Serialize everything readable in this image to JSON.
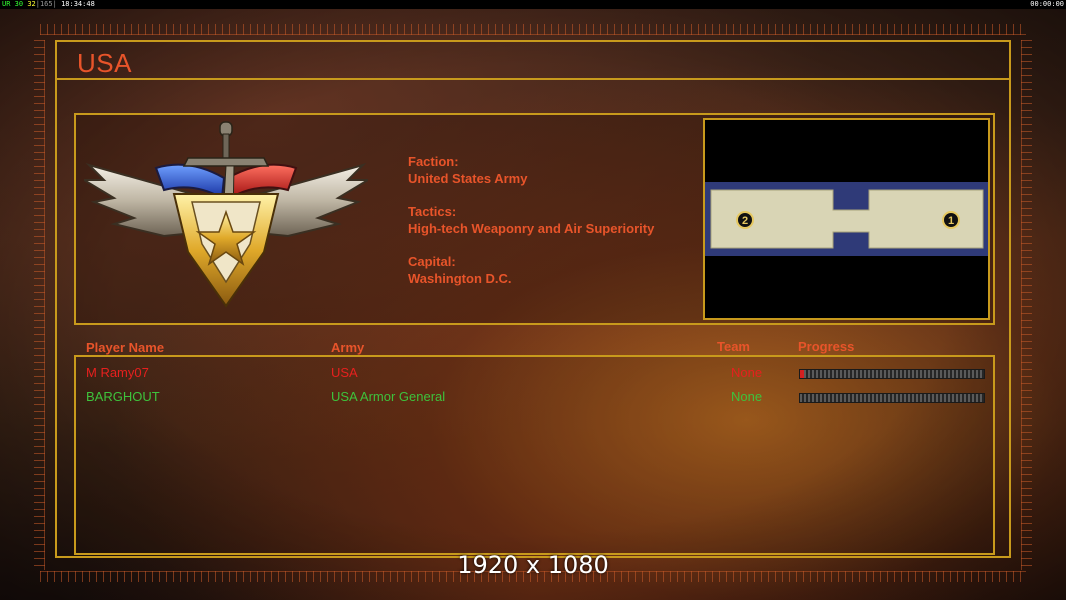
{
  "overlay": {
    "fps_label": "UR",
    "fps_a": "30",
    "fps_b": "32",
    "fps_c": "165",
    "clock": "18:34:48",
    "timer": "00:00:00"
  },
  "screen": {
    "title": "USA",
    "resolution_caption": "1920 x 1080"
  },
  "faction_info": {
    "faction_label": "Faction:",
    "faction_value": "United States Army",
    "tactics_label": "Tactics:",
    "tactics_value": "High-tech Weaponry and Air Superiority",
    "capital_label": "Capital:",
    "capital_value": "Washington D.C."
  },
  "minimap": {
    "start_positions": [
      "2",
      "1"
    ]
  },
  "players_table": {
    "headers": {
      "name": "Player Name",
      "army": "Army",
      "team": "Team",
      "progress": "Progress"
    },
    "rows": [
      {
        "name": "M Ramy07",
        "army": "USA",
        "team": "None",
        "progress": 0.02,
        "color": "#e6201e"
      },
      {
        "name": "BARGHOUT",
        "army": "USA Armor General",
        "team": "None",
        "progress": 0.0,
        "color": "#3ec23c"
      }
    ]
  },
  "colors": {
    "frame": "#c89a1c",
    "accent_text": "#e8542a"
  }
}
